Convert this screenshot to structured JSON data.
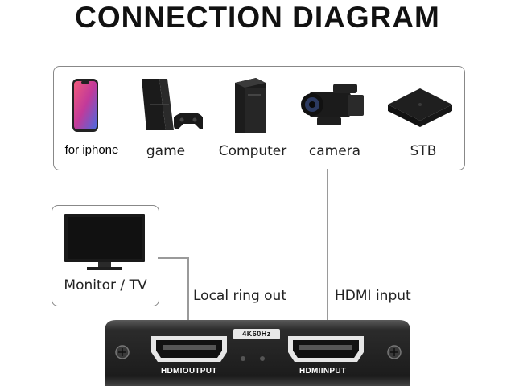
{
  "title": "CONNECTION DIAGRAM",
  "sources": {
    "iphone": "for iphone",
    "game": "game",
    "computer": "Computer",
    "camera": "camera",
    "stb": "STB"
  },
  "monitor": {
    "label": "Monitor / TV"
  },
  "connections": {
    "local_ring_out": "Local ring out",
    "hdmi_input": "HDMI input"
  },
  "device": {
    "badge": "4K60Hz",
    "output_label": "HDMIOUTPUT",
    "input_label": "HDMIINPUT"
  }
}
